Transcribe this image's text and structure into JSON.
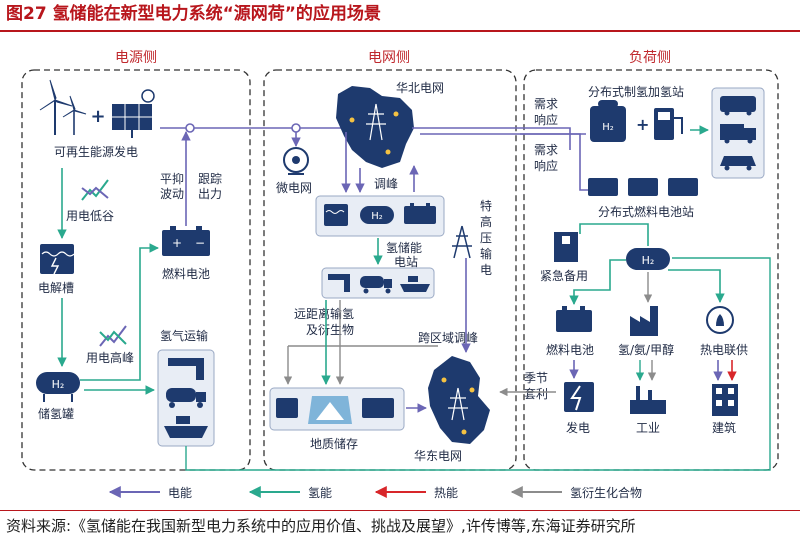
{
  "title": "图27  氢储能在新型电力系统“源网荷”的应用场景",
  "source": "资料来源:《氢储能在我国新型电力系统中的应用价值、挑战及展望》,许传博等,东海证券研究所",
  "colors": {
    "electric": "#6b66b5",
    "hydrogen": "#2aa98e",
    "heat": "#d8262a",
    "derivative": "#8c8c8c",
    "icon_fill": "#1e3a6e",
    "panel_border": "#333333"
  },
  "sections": {
    "source": "电源侧",
    "grid": "电网侧",
    "load": "负荷侧"
  },
  "source_side": {
    "renewable": "可再生能源发电",
    "low_demand": "用电低谷",
    "electrolyzer": "电解槽",
    "smooth_fluct": [
      "平抑",
      "波动"
    ],
    "track_output": [
      "跟踪",
      "出力"
    ],
    "fuel_cell": "燃料电池",
    "high_demand": "用电高峰",
    "h2_transport": "氢气运输",
    "h2_tank": "储氢罐",
    "h2_label": "H₂"
  },
  "grid_side": {
    "north_grid": "华北电网",
    "microgrid": "微电网",
    "peak_shaving": "调峰",
    "h2_station": [
      "氢储能",
      "电站"
    ],
    "uhv": [
      "特",
      "高",
      "压",
      "输",
      "电"
    ],
    "long_distance": [
      "远距离输氢",
      "及衍生物"
    ],
    "cross_region": "跨区域调峰",
    "seasonal": [
      "季节",
      "套利"
    ],
    "geo_storage": "地质储存",
    "east_grid": "华东电网"
  },
  "load_side": {
    "demand_response": [
      "需求",
      "响应"
    ],
    "h2_refuel": "分布式制氢加氢站",
    "fc_station": "分布式燃料电池站",
    "emergency": "紧急备用",
    "fuel_cell": "燃料电池",
    "hydrogen_products": "氢/氨/甲醇",
    "chp": "热电联供",
    "power_gen": "发电",
    "industry": "工业",
    "building": "建筑"
  },
  "legend": [
    {
      "label": "电能",
      "color": "#6b66b5"
    },
    {
      "label": "氢能",
      "color": "#2aa98e"
    },
    {
      "label": "热能",
      "color": "#d8262a"
    },
    {
      "label": "氢衍生化合物",
      "color": "#8c8c8c"
    }
  ]
}
